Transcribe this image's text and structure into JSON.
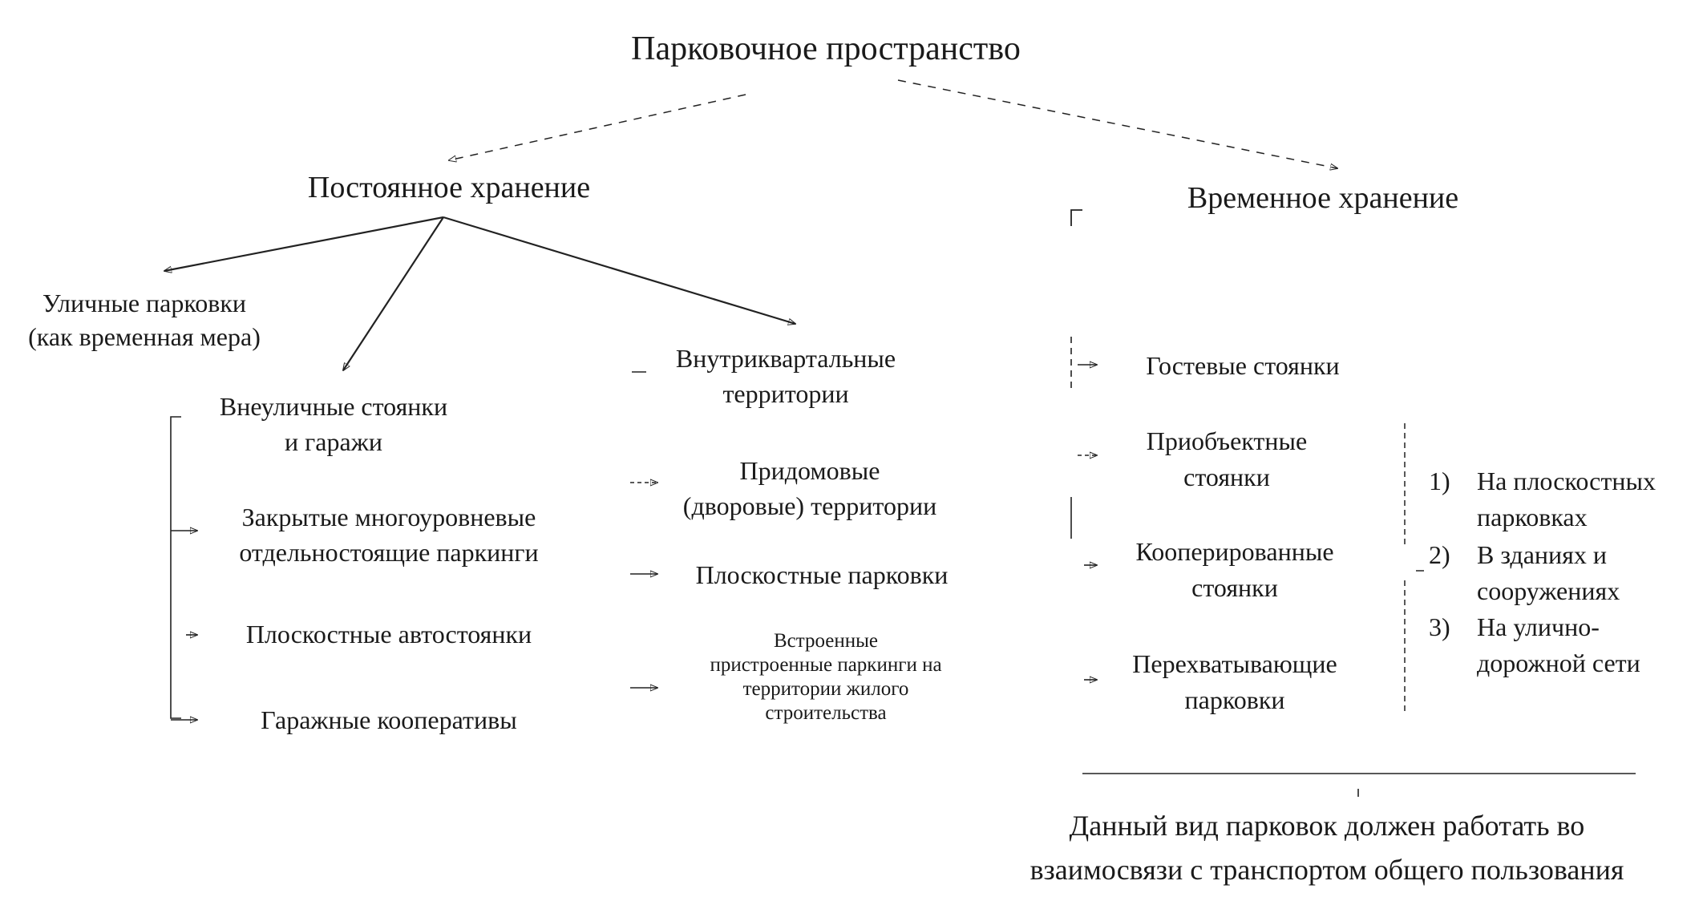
{
  "title": "Парковочное пространство",
  "permanent": {
    "heading": "Постоянное хранение",
    "street": [
      "Уличные парковки",
      "(как временная мера)"
    ],
    "offstreet": {
      "heading": [
        "Внеуличные стоянки",
        "и гаражи"
      ],
      "items": [
        [
          "Закрытые многоуровневые",
          "отдельностоящие паркинги"
        ],
        [
          "Плоскостные автостоянки"
        ],
        [
          "Гаражные кооперативы"
        ]
      ]
    },
    "intra": {
      "heading": [
        "Внутриквартальные",
        "территории"
      ],
      "items": [
        [
          "Придомовые",
          "(дворовые) территории"
        ],
        [
          "Плоскостные парковки"
        ],
        [
          "Встроенные",
          "пристроенные паркинги на",
          "территории жилого",
          "строительства"
        ]
      ]
    }
  },
  "temporary": {
    "heading": "Временное хранение",
    "items": [
      [
        "Гостевые стоянки"
      ],
      [
        "Приобъектные",
        "стоянки"
      ],
      [
        "Кооперированные",
        "стоянки"
      ],
      [
        "Перехватывающие",
        "парковки"
      ]
    ],
    "placement": [
      {
        "num": "1)",
        "lines": [
          "На плоскостных",
          "парковках"
        ]
      },
      {
        "num": "2)",
        "lines": [
          "В зданиях и",
          "сооружениях"
        ]
      },
      {
        "num": "3)",
        "lines": [
          "На улично-",
          "дорожной сети"
        ]
      }
    ],
    "note": [
      "Данный вид парковок должен работать во",
      "взаимосвязи с транспортом общего пользования"
    ]
  }
}
